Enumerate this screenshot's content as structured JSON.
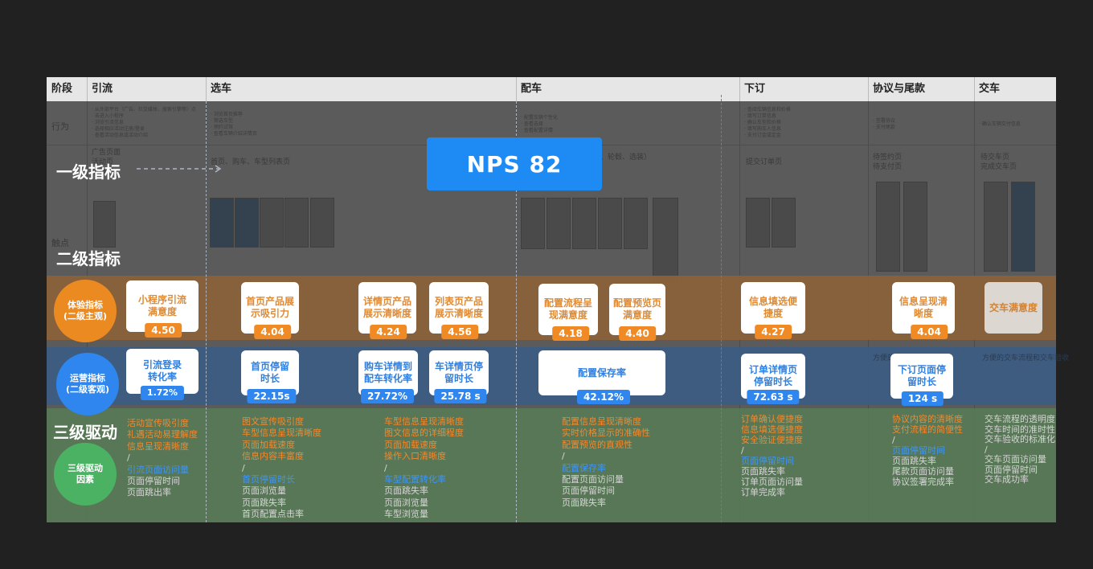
{
  "header": {
    "stage": "阶段",
    "columns": [
      "引流",
      "选车",
      "配车",
      "下订",
      "协议与尾款",
      "交车"
    ]
  },
  "rows": {
    "behavior": "行为",
    "touchpoint": "触点"
  },
  "behavior_text": {
    "c0": "· 从外部平台（广告、社交媒体、搜索引擎等）点\n  击进入小程序\n· 浏览引流信息\n· 选择相应活动注册/登录\n· 查看活动信息或活动介绍",
    "c1": "· 浏览首页推荐\n· 筛选车型\n· 预约试驾\n· 查看车辆介绍详情页",
    "c2": "· 配置车辆个性化\n· 查看选择\n· 查看配置详情",
    "c3": "· 查阅车辆信息和价格\n· 填写订单信息\n· 确认车型和价格\n· 填写购车人信息\n· 支付订金或定金",
    "c4": "· 签署协议\n· 支付尾款",
    "c5": "· 确认车辆交付信息"
  },
  "touch_text": {
    "c0": "广告页面\n活动页\n小程序",
    "c1": "首页、购车、车型列表页",
    "c2": "配车页（选择车型、颜色、轮毂、选装）",
    "c3": "提交订单页",
    "c4": "待签约页\n待支付页",
    "c5": "待交车页\n完成交车页"
  },
  "labels": {
    "level1": "一级指标",
    "level2": "二级指标",
    "level3": "三级驱动",
    "exp_circle": [
      "体验指标",
      "(二级主观)"
    ],
    "ops_circle": [
      "运营指标",
      "(二级客观)"
    ],
    "drv_circle": [
      "三级驱动",
      "因素"
    ]
  },
  "nps": "NPS  82",
  "experience_cards": [
    {
      "label": "小程序引流满意度",
      "score": "4.50"
    },
    {
      "label": "首页产品展示吸引力",
      "score": "4.04"
    },
    {
      "label": "详情页产品展示清晰度",
      "score": "4.24"
    },
    {
      "label": "列表页产品展示清晰度",
      "score": "4.56"
    },
    {
      "label": "配置流程呈现满意度",
      "score": "4.18"
    },
    {
      "label": "配置预览页满意度",
      "score": "4.40"
    },
    {
      "label": "信息填选便捷度",
      "score": "4.27"
    },
    {
      "label": "信息呈现清晰度",
      "score": "4.04"
    },
    {
      "label": "交车满意度",
      "score": ""
    }
  ],
  "ops_cards": [
    {
      "label": "引流登录转化率",
      "value": "1.72%"
    },
    {
      "label": "首页停留时长",
      "value": "22.15s"
    },
    {
      "label": "购车详情到配车转化率",
      "value": "27.72%"
    },
    {
      "label": "车详情页停留时长",
      "value": "25.78 s"
    },
    {
      "label": "配置保存率",
      "value": "42.12%"
    },
    {
      "label": "订单详情页停留时长",
      "value": "72.63 s"
    },
    {
      "label": "下订页面停留时长",
      "value": "124 s"
    }
  ],
  "ops_bg_text": {
    "c4": "方便的交车流程",
    "c5": "方便的交车流程和交车验收"
  },
  "drivers": [
    {
      "lines": [
        [
          "o",
          "活动宣传吸引度"
        ],
        [
          "o",
          "礼遇活动易理解度"
        ],
        [
          "o",
          "信息呈现清晰度"
        ],
        [
          "g",
          "/"
        ],
        [
          "b",
          "引流页面访问量"
        ],
        [
          "g",
          "页面停留时间"
        ],
        [
          "g",
          "页面跳出率"
        ]
      ]
    },
    {
      "lines": [
        [
          "o",
          "图文宣传吸引度"
        ],
        [
          "o",
          "车型信息呈现清晰度"
        ],
        [
          "o",
          "页面加载速度"
        ],
        [
          "o",
          "信息内容丰富度"
        ],
        [
          "g",
          "/"
        ],
        [
          "b",
          "首页停留时长"
        ],
        [
          "g",
          "页面浏览量"
        ],
        [
          "g",
          "页面跳失率"
        ],
        [
          "g",
          "首页配置点击率"
        ]
      ]
    },
    {
      "lines": [
        [
          "o",
          "车型信息呈现清晰度"
        ],
        [
          "o",
          "图文信息的详细程度"
        ],
        [
          "o",
          "页面加载速度"
        ],
        [
          "o",
          "操作入口清晰度"
        ],
        [
          "g",
          "/"
        ],
        [
          "b",
          "车型配置转化率"
        ],
        [
          "g",
          "页面跳失率"
        ],
        [
          "g",
          "页面浏览量"
        ],
        [
          "g",
          "车型浏览量"
        ]
      ]
    },
    {
      "lines": [
        [
          "o",
          "配置信息呈现清晰度"
        ],
        [
          "o",
          "实时价格显示的准确性"
        ],
        [
          "o",
          "配置预览的直观性"
        ],
        [
          "g",
          "/"
        ],
        [
          "b",
          "配置保存率"
        ],
        [
          "g",
          "配置页面访问量"
        ],
        [
          "g",
          "页面停留时间"
        ],
        [
          "g",
          "页面跳失率"
        ]
      ]
    },
    {
      "lines": [
        [
          "o",
          "订单确认便捷度"
        ],
        [
          "o",
          "信息填选便捷度"
        ],
        [
          "o",
          "安全验证便捷度"
        ],
        [
          "g",
          "/"
        ],
        [
          "b",
          "页面停留时间"
        ],
        [
          "g",
          "页面跳失率"
        ],
        [
          "g",
          "订单页面访问量"
        ],
        [
          "g",
          "订单完成率"
        ]
      ]
    },
    {
      "lines": [
        [
          "o",
          "协议内容的清晰度"
        ],
        [
          "o",
          "支付流程的简便性"
        ],
        [
          "g",
          "/"
        ],
        [
          "b",
          "页面停留时间"
        ],
        [
          "g",
          "页面跳失率"
        ],
        [
          "g",
          "尾款页面访问量"
        ],
        [
          "g",
          "协议签署完成率"
        ]
      ]
    },
    {
      "lines": [
        [
          "g",
          "交车流程的透明度"
        ],
        [
          "g",
          "交车时间的准时性"
        ],
        [
          "g",
          "交车验收的标准化"
        ],
        [
          "g",
          "/"
        ],
        [
          "g",
          "交车页面访问量"
        ],
        [
          "g",
          "页面停留时间"
        ],
        [
          "g",
          "交车成功率"
        ]
      ]
    }
  ]
}
